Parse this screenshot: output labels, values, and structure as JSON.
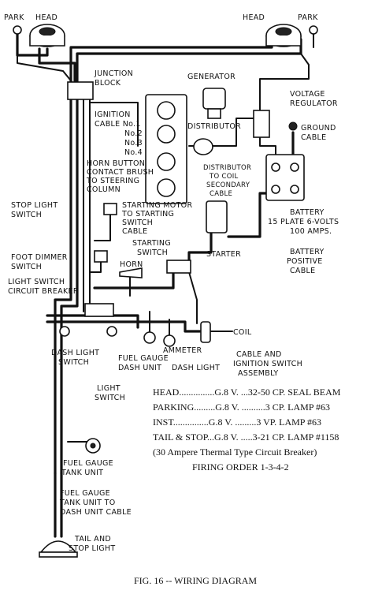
{
  "labels": {
    "park_left": "PARK",
    "head_left": "HEAD",
    "head_right": "HEAD",
    "park_right": "PARK",
    "junction_block": [
      "JUNCTION",
      "BLOCK"
    ],
    "generator": "GENERATOR",
    "voltage_regulator": [
      "VOLTAGE",
      "REGULATOR"
    ],
    "ignition_cable": [
      "IGNITION",
      "CABLE No.1",
      "No.2",
      "No.3",
      "No.4"
    ],
    "distributor": "DISTRIBUTOR",
    "ground_cable": [
      "GROUND",
      "CABLE"
    ],
    "distributor_to_coil": [
      "DISTRIBUTOR",
      "TO COIL",
      "SECONDARY",
      "CABLE"
    ],
    "horn_button": [
      "HORN BUTTON",
      "CONTACT BRUSH",
      "TO STEERING",
      "COLUMN"
    ],
    "stop_light_switch": [
      "STOP LIGHT",
      "SWITCH"
    ],
    "starting_motor_cable": [
      "STARTING MOTOR",
      "TO STARTING",
      "SWITCH",
      "CABLE"
    ],
    "battery": [
      "BATTERY",
      "15 PLATE 6-VOLTS",
      "100 AMPS."
    ],
    "starting_switch": [
      "STARTING",
      "SWITCH"
    ],
    "starter": "STARTER",
    "battery_positive_cable": [
      "BATTERY",
      "POSITIVE",
      "CABLE"
    ],
    "foot_dimmer_switch": [
      "FOOT DIMMER",
      "SWITCH"
    ],
    "horn": "HORN",
    "light_switch_breaker": [
      "LIGHT SWITCH",
      "CIRCUIT BREAKER"
    ],
    "coil": "COIL",
    "dash_light_switch": [
      "DASH LIGHT",
      "SWITCH"
    ],
    "fuel_gauge_dash_unit": [
      "FUEL GAUGE",
      "DASH UNIT"
    ],
    "ammeter": "AMMETER",
    "dash_light": "DASH LIGHT",
    "cable_ignition_switch": [
      "CABLE AND",
      "IGNITION SWITCH",
      "ASSEMBLY"
    ],
    "light_switch": [
      "LIGHT",
      "SWITCH"
    ],
    "fuel_gauge_tank_unit": [
      "FUEL GAUGE",
      "TANK UNIT"
    ],
    "fuel_gauge_cable": [
      "FUEL GAUGE",
      "TANK UNIT TO",
      "DASH UNIT CABLE"
    ],
    "tail_stop_light": [
      "TAIL AND",
      "STOP LIGHT"
    ]
  },
  "specs": [
    "HEAD...............G.8 V. ...32-50 CP. SEAL BEAM",
    "PARKING.........G.8 V. ..........3 CP. LAMP #63",
    "INST...............G.8 V. .........3 VP. LAMP #63",
    "TAIL & STOP...G.8 V. .....3-21 CP. LAMP #1158",
    "(30 Ampere Thermal Type Circuit Breaker)",
    "FIRING ORDER 1-3-4-2"
  ],
  "caption": "FIG. 16 -- WIRING DIAGRAM"
}
